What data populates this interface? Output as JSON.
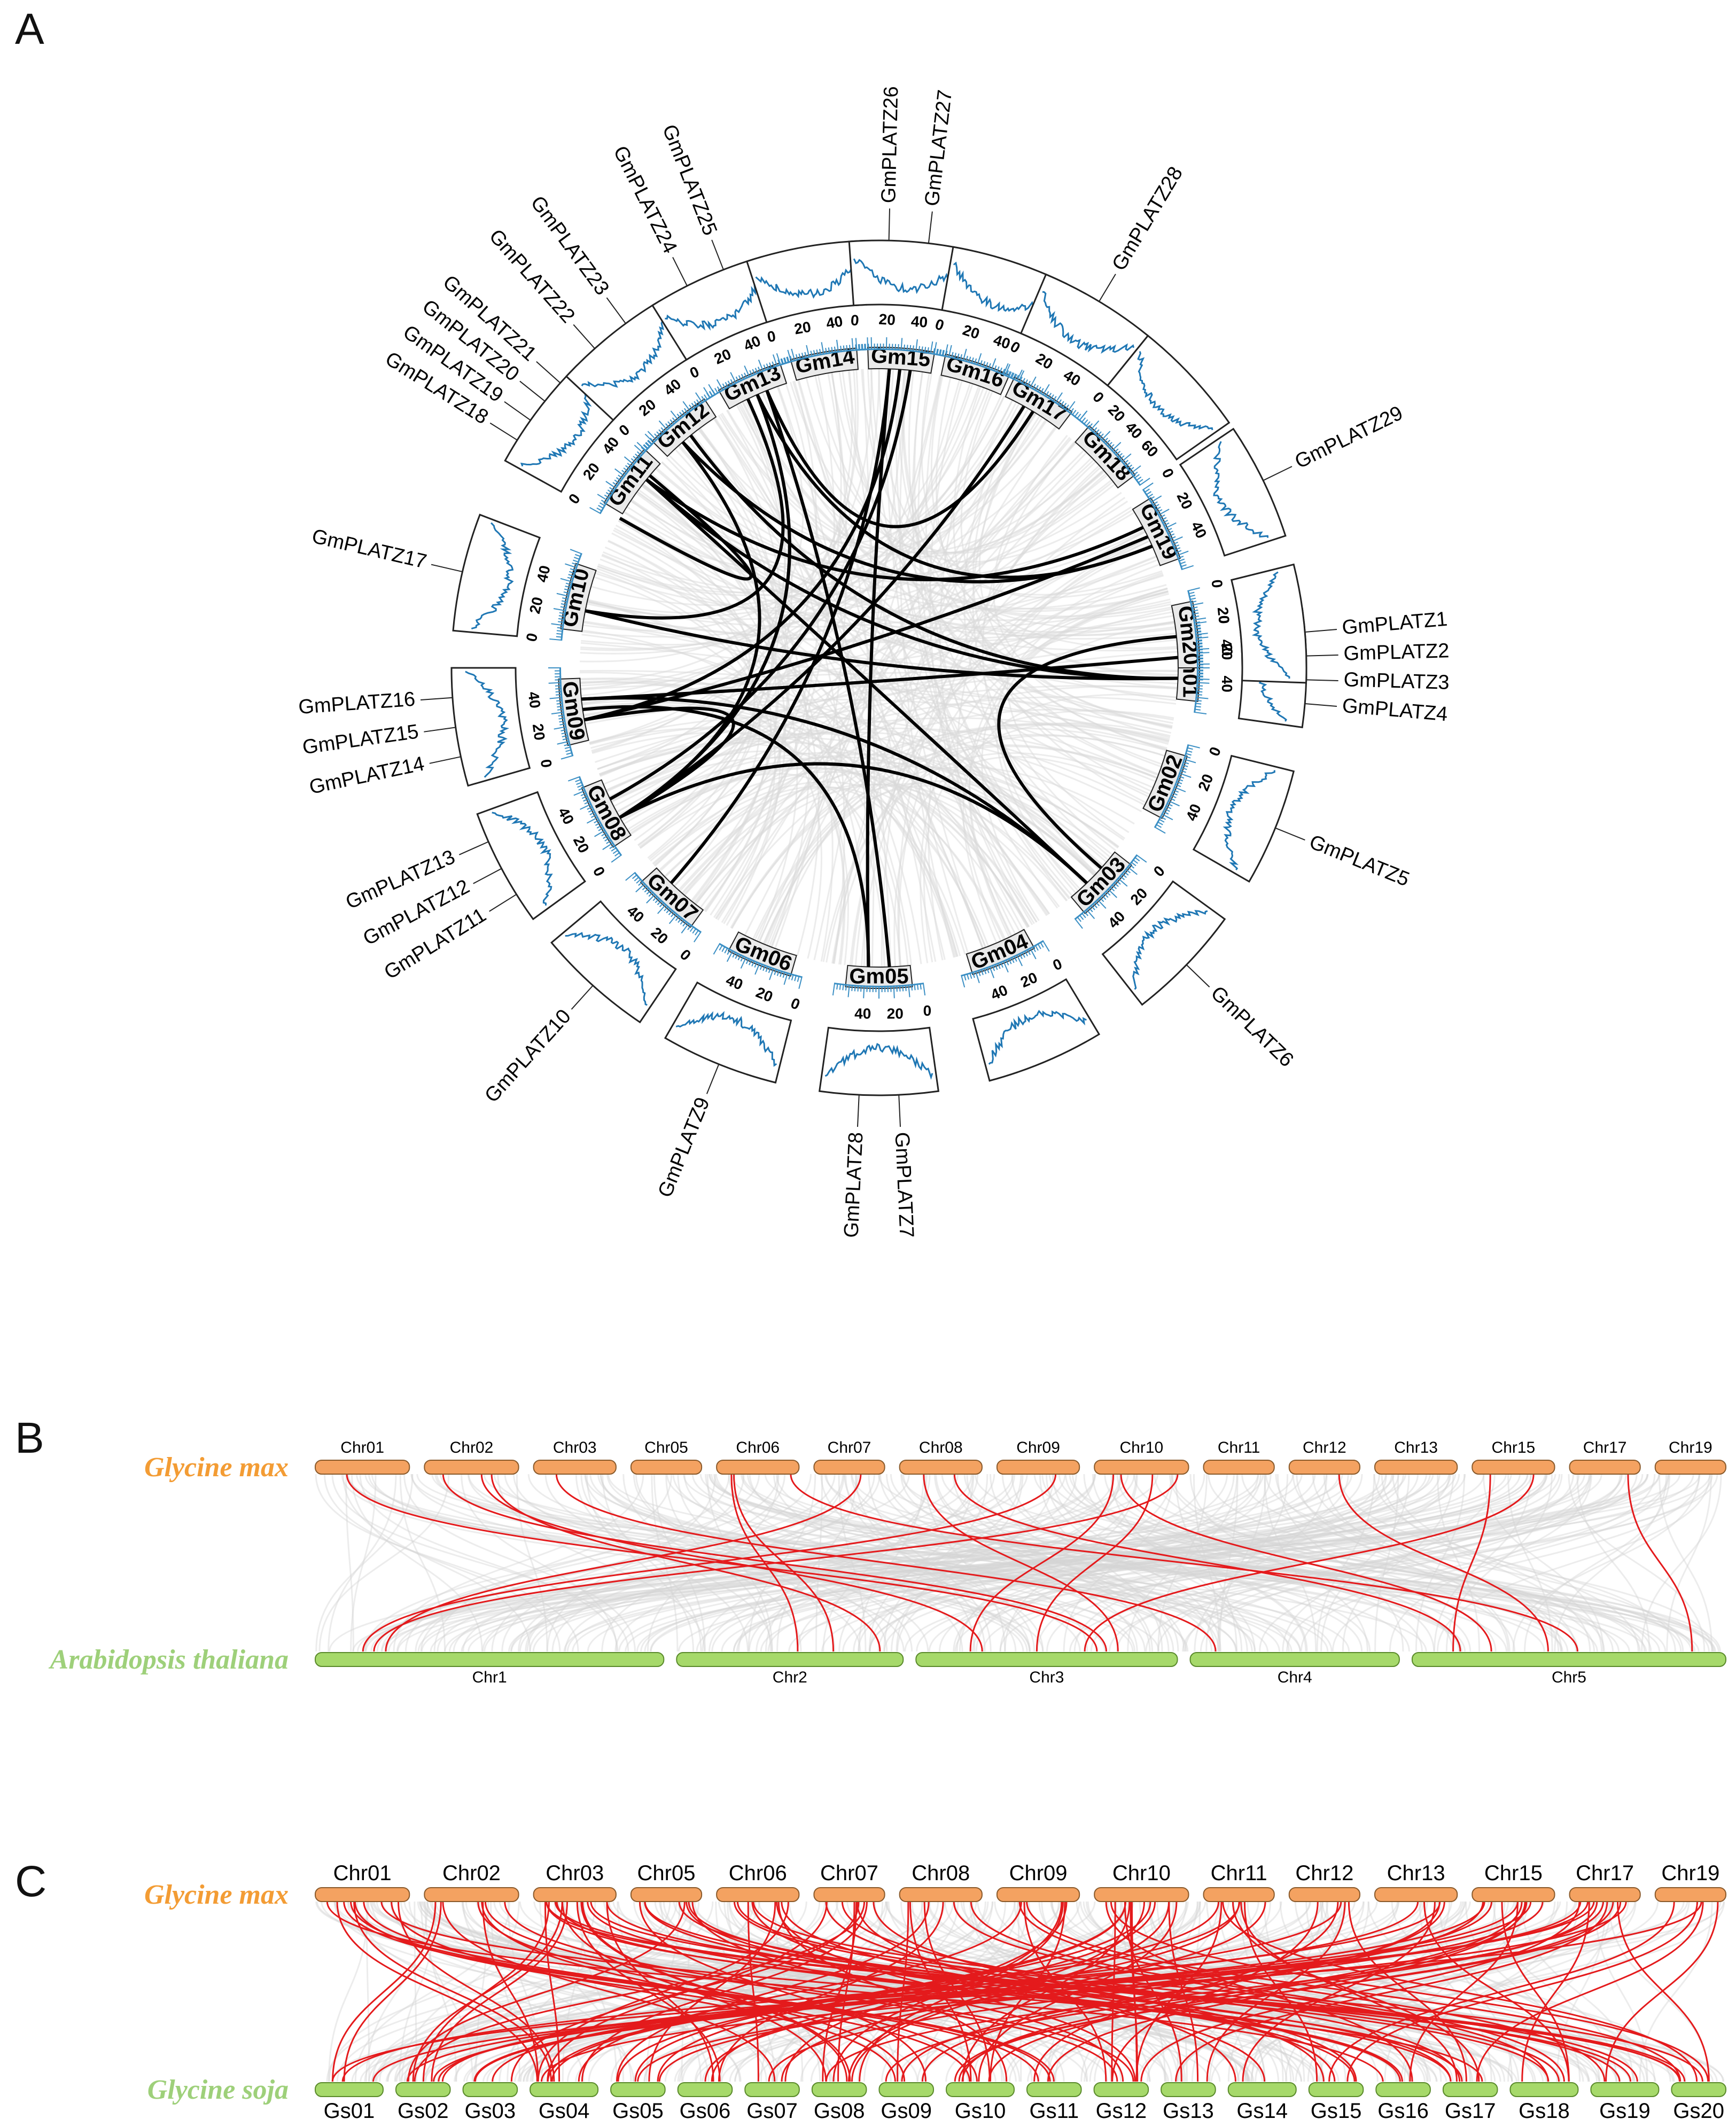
{
  "panels": {
    "A": {
      "letter": "A",
      "chromosomes": [
        {
          "id": "Gm01",
          "ticks": [
            "0",
            "20",
            "40"
          ]
        },
        {
          "id": "Gm02",
          "ticks": [
            "0",
            "20",
            "40"
          ]
        },
        {
          "id": "Gm03",
          "ticks": [
            "0",
            "20",
            "40"
          ]
        },
        {
          "id": "Gm04",
          "ticks": [
            "0",
            "20",
            "40"
          ]
        },
        {
          "id": "Gm05",
          "ticks": [
            "0",
            "20",
            "40"
          ]
        },
        {
          "id": "Gm06",
          "ticks": [
            "0",
            "20",
            "40"
          ]
        },
        {
          "id": "Gm07",
          "ticks": [
            "0",
            "20",
            "40"
          ]
        },
        {
          "id": "Gm08",
          "ticks": [
            "0",
            "20",
            "40"
          ]
        },
        {
          "id": "Gm09",
          "ticks": [
            "0",
            "20",
            "40"
          ]
        },
        {
          "id": "Gm10",
          "ticks": [
            "0",
            "20",
            "40"
          ]
        },
        {
          "id": "Gm11",
          "ticks": [
            "0",
            "20",
            "40"
          ]
        },
        {
          "id": "Gm12",
          "ticks": [
            "0",
            "20",
            "40"
          ]
        },
        {
          "id": "Gm13",
          "ticks": [
            "0",
            "20",
            "40"
          ]
        },
        {
          "id": "Gm14",
          "ticks": [
            "0",
            "20",
            "40"
          ]
        },
        {
          "id": "Gm15",
          "ticks": [
            "0",
            "20",
            "40"
          ]
        },
        {
          "id": "Gm16",
          "ticks": [
            "0",
            "20",
            "40"
          ]
        },
        {
          "id": "Gm17",
          "ticks": [
            "0",
            "20",
            "40"
          ]
        },
        {
          "id": "Gm18",
          "ticks": [
            "0",
            "20",
            "40",
            "60"
          ]
        },
        {
          "id": "Gm19",
          "ticks": [
            "0",
            "20",
            "40"
          ]
        },
        {
          "id": "Gm20",
          "ticks": [
            "0",
            "20",
            "40"
          ]
        }
      ],
      "genes": [
        {
          "name": "GmPLATZ1",
          "chr": "Gm01"
        },
        {
          "name": "GmPLATZ2",
          "chr": "Gm01"
        },
        {
          "name": "GmPLATZ3",
          "chr": "Gm01"
        },
        {
          "name": "GmPLATZ4",
          "chr": "Gm01"
        },
        {
          "name": "GmPLATZ5",
          "chr": "Gm02"
        },
        {
          "name": "GmPLATZ6",
          "chr": "Gm03"
        },
        {
          "name": "GmPLATZ7",
          "chr": "Gm05"
        },
        {
          "name": "GmPLATZ8",
          "chr": "Gm05"
        },
        {
          "name": "GmPLATZ9",
          "chr": "Gm06"
        },
        {
          "name": "GmPLATZ10",
          "chr": "Gm07"
        },
        {
          "name": "GmPLATZ11",
          "chr": "Gm08"
        },
        {
          "name": "GmPLATZ12",
          "chr": "Gm08"
        },
        {
          "name": "GmPLATZ13",
          "chr": "Gm08"
        },
        {
          "name": "GmPLATZ14",
          "chr": "Gm09"
        },
        {
          "name": "GmPLATZ15",
          "chr": "Gm09"
        },
        {
          "name": "GmPLATZ16",
          "chr": "Gm09"
        },
        {
          "name": "GmPLATZ17",
          "chr": "Gm10"
        },
        {
          "name": "GmPLATZ18",
          "chr": "Gm11"
        },
        {
          "name": "GmPLATZ19",
          "chr": "Gm11"
        },
        {
          "name": "GmPLATZ20",
          "chr": "Gm11"
        },
        {
          "name": "GmPLATZ21",
          "chr": "Gm11"
        },
        {
          "name": "GmPLATZ22",
          "chr": "Gm12"
        },
        {
          "name": "GmPLATZ23",
          "chr": "Gm12"
        },
        {
          "name": "GmPLATZ24",
          "chr": "Gm13"
        },
        {
          "name": "GmPLATZ25",
          "chr": "Gm13"
        },
        {
          "name": "GmPLATZ26",
          "chr": "Gm15"
        },
        {
          "name": "GmPLATZ27",
          "chr": "Gm15"
        },
        {
          "name": "GmPLATZ28",
          "chr": "Gm17"
        },
        {
          "name": "GmPLATZ29",
          "chr": "Gm19"
        }
      ],
      "links": [
        [
          "Gm13",
          "Gm10"
        ],
        [
          "Gm13",
          "Gm19"
        ],
        [
          "Gm13",
          "Gm05"
        ],
        [
          "Gm15",
          "Gm05"
        ],
        [
          "Gm15",
          "Gm09"
        ],
        [
          "Gm15",
          "Gm08"
        ],
        [
          "Gm17",
          "Gm08"
        ],
        [
          "Gm17",
          "Gm13"
        ],
        [
          "Gm19",
          "Gm12"
        ],
        [
          "Gm19",
          "Gm11"
        ],
        [
          "Gm19",
          "Gm09"
        ],
        [
          "Gm11",
          "Gm01"
        ],
        [
          "Gm11",
          "Gm11"
        ],
        [
          "Gm12",
          "Gm01"
        ],
        [
          "Gm01",
          "Gm10"
        ],
        [
          "Gm01",
          "Gm09"
        ],
        [
          "Gm20",
          "Gm03"
        ],
        [
          "Gm11",
          "Gm03"
        ],
        [
          "Gm08",
          "Gm09"
        ],
        [
          "Gm09",
          "Gm05"
        ],
        [
          "Gm07",
          "Gm15"
        ],
        [
          "Gm08",
          "Gm03"
        ],
        [
          "Gm13",
          "Gm08"
        ],
        [
          "Gm09",
          "Gm03"
        ],
        [
          "Gm12",
          "Gm08"
        ]
      ],
      "colors": {
        "link": "#000000",
        "density": "#1f77b4",
        "background_links": "#d9d9d9"
      }
    },
    "B": {
      "letter": "B",
      "top_species": "Glycine max",
      "bottom_species": "Arabidopsis thaliana",
      "top_chromosomes": [
        "Chr01",
        "Chr02",
        "Chr03",
        "Chr05",
        "Chr06",
        "Chr07",
        "Chr08",
        "Chr09",
        "Chr10",
        "Chr11",
        "Chr12",
        "Chr13",
        "Chr15",
        "Chr17",
        "Chr19"
      ],
      "bottom_chromosomes": [
        "Chr1",
        "Chr2",
        "Chr3",
        "Chr4",
        "Chr5"
      ],
      "colors": {
        "top": "#f4a261",
        "bottom": "#a6d96a",
        "top_label": "#f39c34",
        "bottom_label": "#9ed07a",
        "link": "#e41a1c"
      }
    },
    "C": {
      "letter": "C",
      "top_species": "Glycine max",
      "bottom_species": "Glycine soja",
      "top_chromosomes": [
        "Chr01",
        "Chr02",
        "Chr03",
        "Chr05",
        "Chr06",
        "Chr07",
        "Chr08",
        "Chr09",
        "Chr10",
        "Chr11",
        "Chr12",
        "Chr13",
        "Chr15",
        "Chr17",
        "Chr19"
      ],
      "bottom_chromosomes": [
        "Gs01",
        "Gs02",
        "Gs03",
        "Gs04",
        "Gs05",
        "Gs06",
        "Gs07",
        "Gs08",
        "Gs09",
        "Gs10",
        "Gs11",
        "Gs12",
        "Gs13",
        "Gs14",
        "Gs15",
        "Gs16",
        "Gs17",
        "Gs18",
        "Gs19",
        "Gs20"
      ],
      "colors": {
        "top": "#f4a261",
        "bottom": "#a6d96a",
        "top_label": "#f39c34",
        "bottom_label": "#9ed07a",
        "link": "#e41a1c"
      }
    }
  }
}
